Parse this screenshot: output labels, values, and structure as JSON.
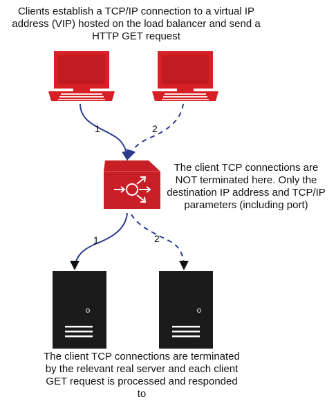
{
  "captions": {
    "top": "Clients establish a TCP/IP connection to a virtual IP address (VIP) hosted on the load balancer and send a HTTP GET request",
    "load_balancer": "The client TCP connections are NOT terminated here. Only the destination IP address and TCP/IP parameters (including port)",
    "bottom": "The client TCP connections are terminated by the relevant real server and each client GET request is processed and responded to"
  },
  "flow_labels": {
    "flow1": "1",
    "flow2": "2"
  },
  "colors": {
    "client_red": "#d71f26",
    "lb_red": "#c81e26",
    "line_blue": "#2d3b8e",
    "server_black": "#1b1b1b"
  },
  "icons": {
    "client": "desktop-computer-icon",
    "load_balancer": "load-balancer-icon",
    "server": "server-tower-icon"
  }
}
